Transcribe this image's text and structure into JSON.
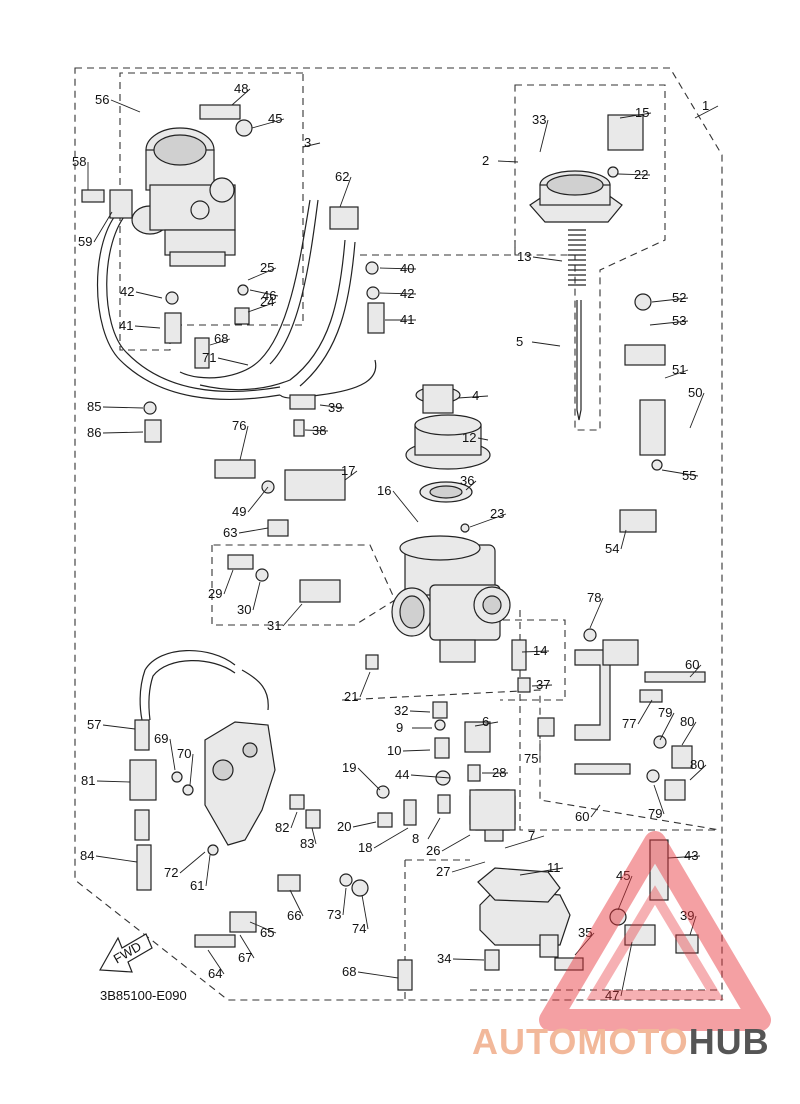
{
  "diagram": {
    "code": "3B85100-E090",
    "fwd": "FWD",
    "parts": [
      {
        "n": "1"
      },
      {
        "n": "2"
      },
      {
        "n": "3"
      },
      {
        "n": "4"
      },
      {
        "n": "5"
      },
      {
        "n": "6"
      },
      {
        "n": "7"
      },
      {
        "n": "8"
      },
      {
        "n": "9"
      },
      {
        "n": "10"
      },
      {
        "n": "11"
      },
      {
        "n": "12"
      },
      {
        "n": "13"
      },
      {
        "n": "14"
      },
      {
        "n": "15"
      },
      {
        "n": "16"
      },
      {
        "n": "17"
      },
      {
        "n": "18"
      },
      {
        "n": "19"
      },
      {
        "n": "20"
      },
      {
        "n": "21"
      },
      {
        "n": "22"
      },
      {
        "n": "23"
      },
      {
        "n": "24"
      },
      {
        "n": "25"
      },
      {
        "n": "26"
      },
      {
        "n": "27"
      },
      {
        "n": "28"
      },
      {
        "n": "29"
      },
      {
        "n": "30"
      },
      {
        "n": "31"
      },
      {
        "n": "32"
      },
      {
        "n": "33"
      },
      {
        "n": "34"
      },
      {
        "n": "35"
      },
      {
        "n": "36"
      },
      {
        "n": "37"
      },
      {
        "n": "38"
      },
      {
        "n": "39"
      },
      {
        "n": "39"
      },
      {
        "n": "40"
      },
      {
        "n": "41"
      },
      {
        "n": "41"
      },
      {
        "n": "42"
      },
      {
        "n": "42"
      },
      {
        "n": "43"
      },
      {
        "n": "44"
      },
      {
        "n": "45"
      },
      {
        "n": "45"
      },
      {
        "n": "46"
      },
      {
        "n": "47"
      },
      {
        "n": "48"
      },
      {
        "n": "49"
      },
      {
        "n": "50"
      },
      {
        "n": "51"
      },
      {
        "n": "52"
      },
      {
        "n": "53"
      },
      {
        "n": "54"
      },
      {
        "n": "55"
      },
      {
        "n": "56"
      },
      {
        "n": "57"
      },
      {
        "n": "58"
      },
      {
        "n": "59"
      },
      {
        "n": "60"
      },
      {
        "n": "60"
      },
      {
        "n": "61"
      },
      {
        "n": "62"
      },
      {
        "n": "63"
      },
      {
        "n": "64"
      },
      {
        "n": "65"
      },
      {
        "n": "66"
      },
      {
        "n": "67"
      },
      {
        "n": "68"
      },
      {
        "n": "68"
      },
      {
        "n": "69"
      },
      {
        "n": "70"
      },
      {
        "n": "71"
      },
      {
        "n": "72"
      },
      {
        "n": "73"
      },
      {
        "n": "74"
      },
      {
        "n": "75"
      },
      {
        "n": "76"
      },
      {
        "n": "77"
      },
      {
        "n": "78"
      },
      {
        "n": "79"
      },
      {
        "n": "79"
      },
      {
        "n": "80"
      },
      {
        "n": "80"
      },
      {
        "n": "81"
      },
      {
        "n": "82"
      },
      {
        "n": "83"
      },
      {
        "n": "84"
      },
      {
        "n": "85"
      },
      {
        "n": "86"
      }
    ]
  },
  "watermark": {
    "part1": "AUTO",
    "part2": "MOTO",
    "part3": "HUB",
    "color_primary": "#f2b89a",
    "color_secondary": "#555555",
    "triangle_color": "#e8333a"
  }
}
